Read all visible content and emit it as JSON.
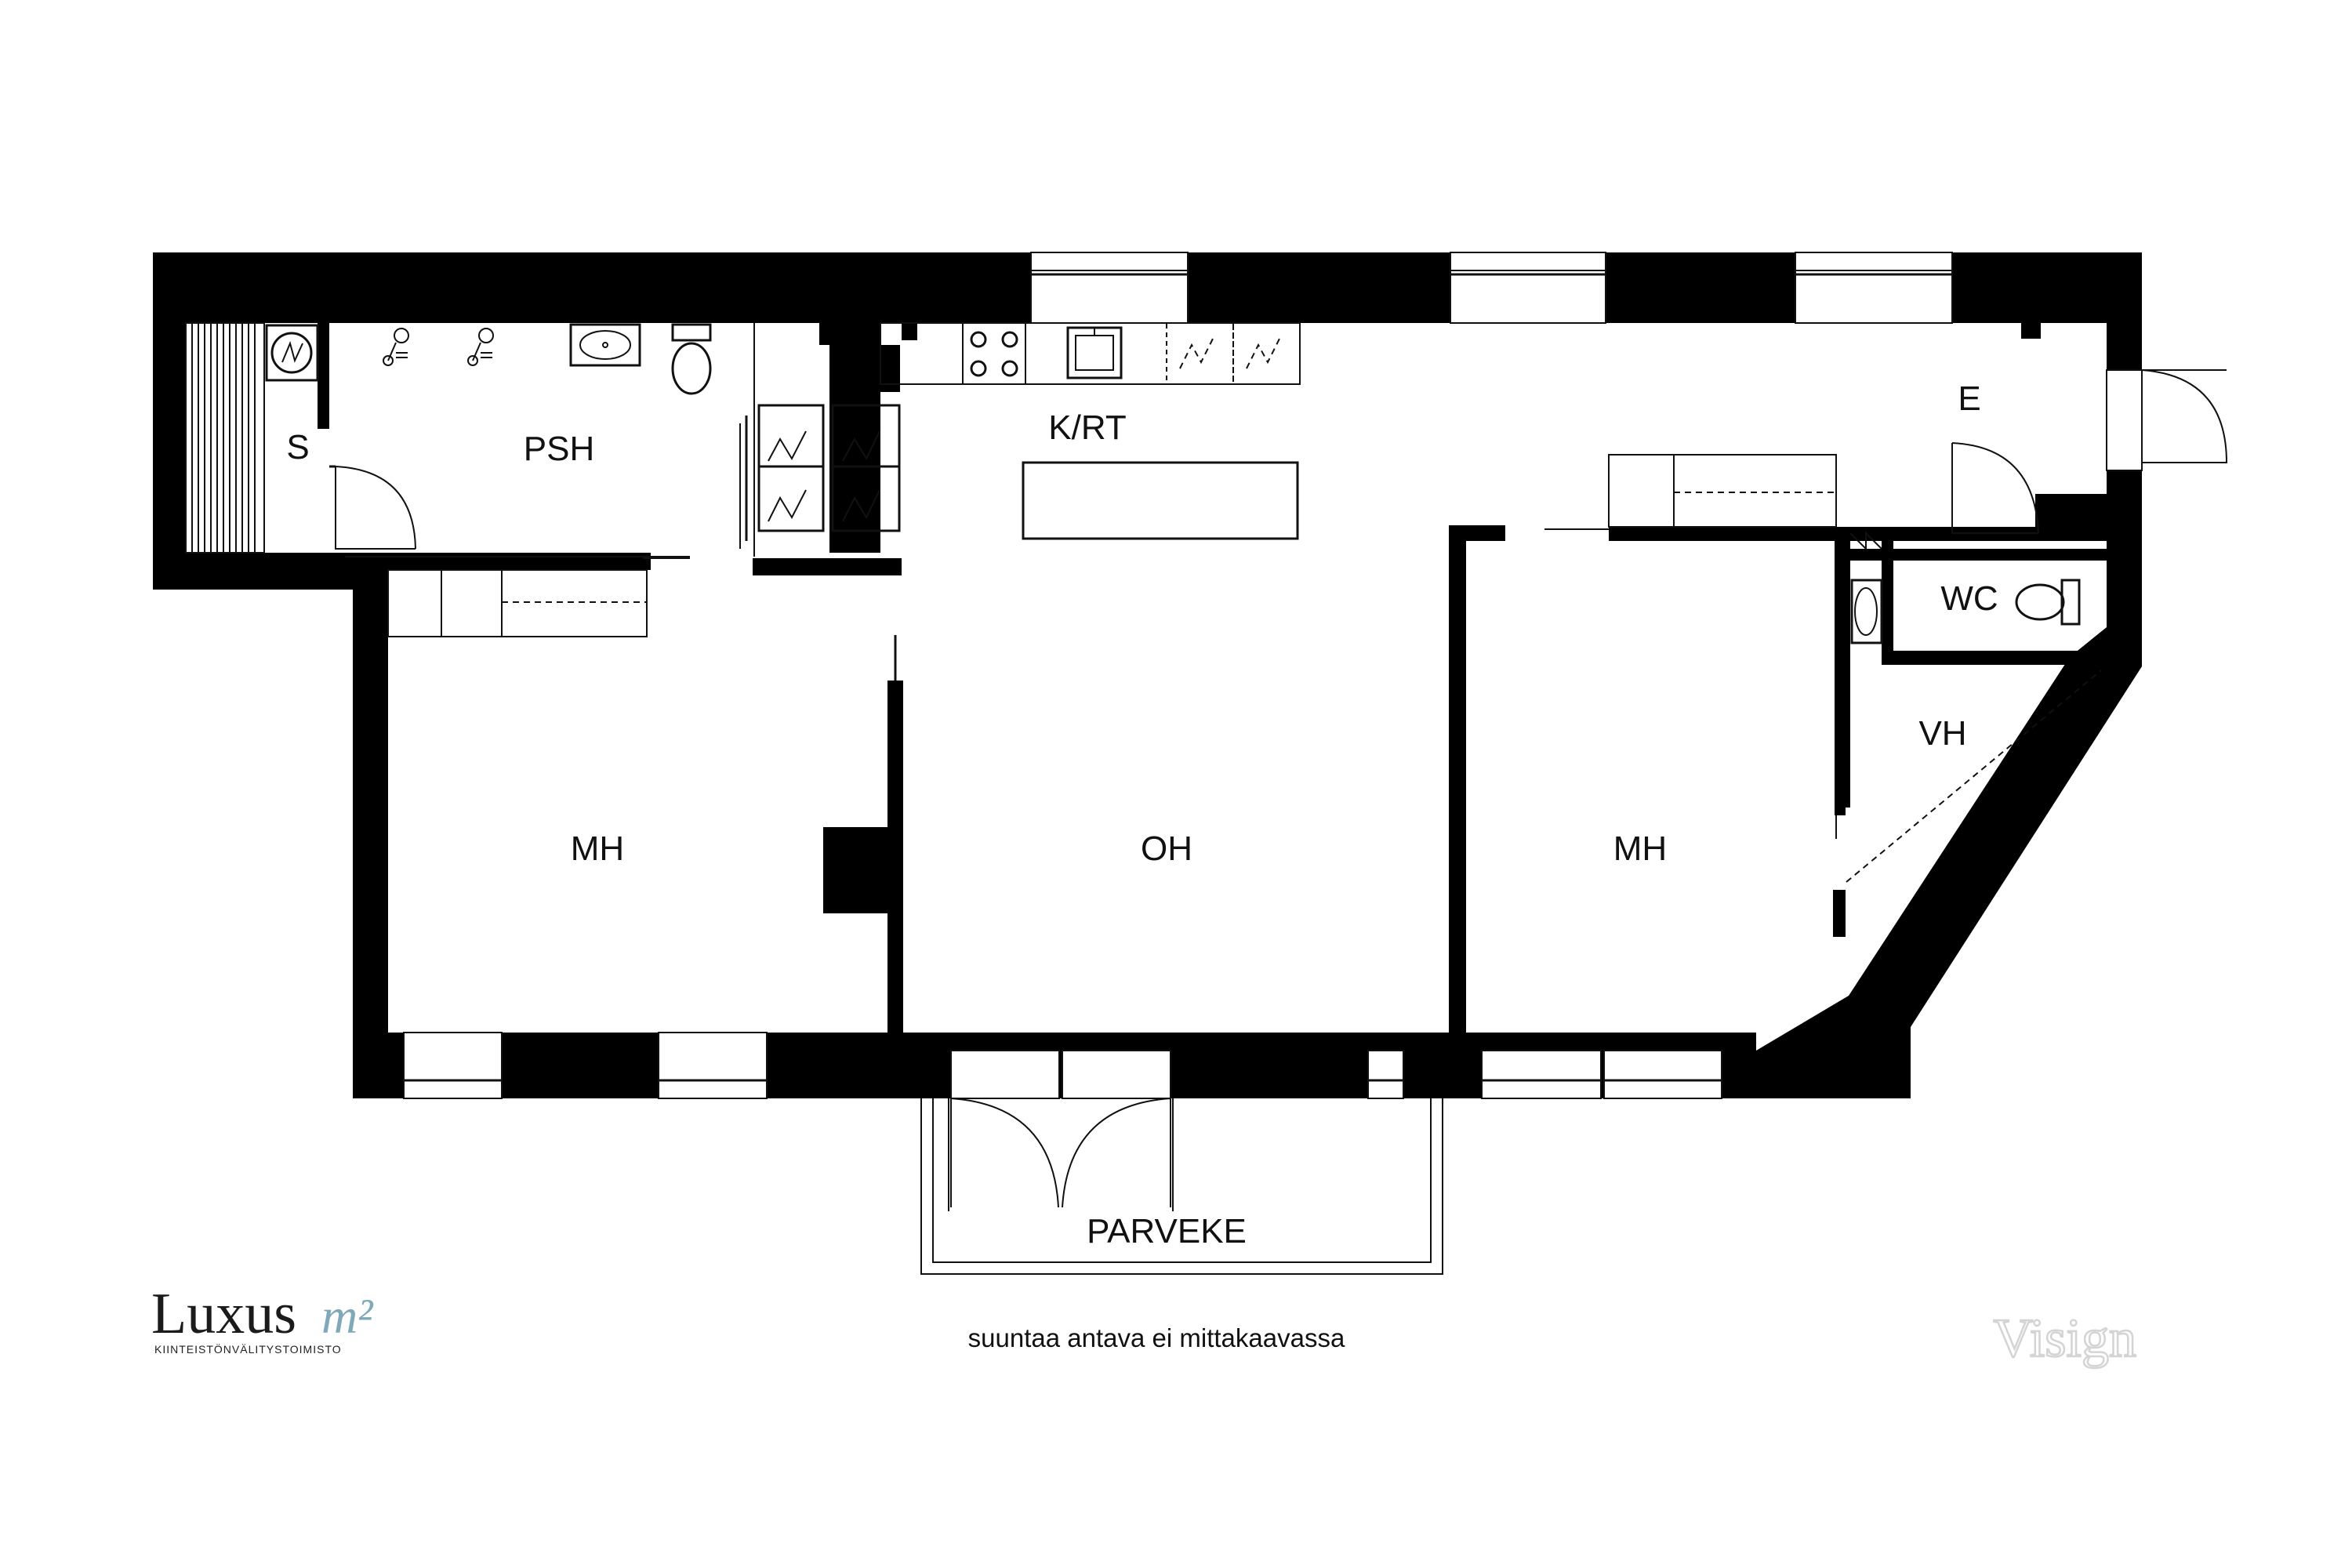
{
  "rooms": {
    "sauna": "S",
    "bathroom": "PSH",
    "kitchen": "K/RT",
    "entrance": "E",
    "toilet": "WC",
    "wardrobe": "VH",
    "bedroom_left": "MH",
    "living_room": "OH",
    "bedroom_right": "MH",
    "balcony": "PARVEKE"
  },
  "note": "suuntaa antava ei mittakaavassa",
  "logo": {
    "name": "Luxus",
    "suffix": "m²",
    "tagline": "KIINTEISTÖNVÄLITYSTOIMISTO"
  },
  "watermark": "Visign",
  "colors": {
    "wall": "#000000",
    "background": "#ffffff",
    "logo_accent": "#7fa8b8",
    "watermark": "#d4d4d4"
  }
}
